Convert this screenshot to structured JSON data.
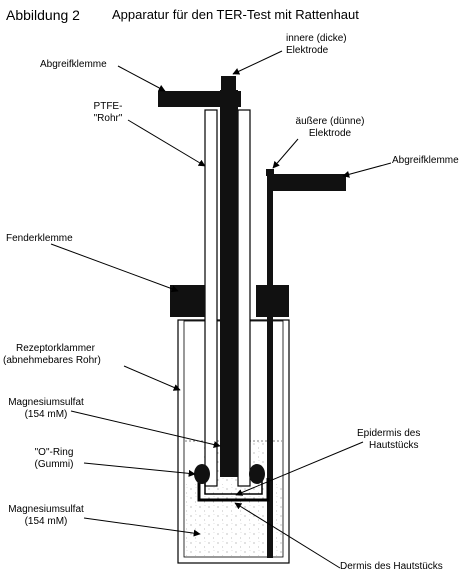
{
  "header": {
    "figure_number": "Abbildung 2",
    "title": "Apparatur für den TER-Test mit Rattenhaut"
  },
  "labels": {
    "abgreifklemme_left": "Abgreifklemme",
    "innere_elektrode_1": "innere (dicke)",
    "innere_elektrode_2": "Elektrode",
    "ptfe_1": "PTFE-",
    "ptfe_2": "\"Rohr\"",
    "aeussere_elektrode_1": "äußere (dünne)",
    "aeussere_elektrode_2": "Elektrode",
    "abgreifklemme_right": "Abgreifklemme",
    "fenderklemme": "Fenderklemme",
    "rezeptorklammer_1": "Rezeptorklammer",
    "rezeptorklammer_2": "(abnehmebares Rohr)",
    "magnesiumsulfat_upper_1": "Magnesiumsulfat",
    "magnesiumsulfat_upper_2": "(154 mM)",
    "o_ring_1": "\"O\"-Ring",
    "o_ring_2": "(Gummi)",
    "epidermis_1": "Epidermis des",
    "epidermis_2": "Hautstücks",
    "magnesiumsulfat_lower_1": "Magnesiumsulfat",
    "magnesiumsulfat_lower_2": "(154 mM)",
    "dermis": "Dermis des Hautstücks"
  }
}
